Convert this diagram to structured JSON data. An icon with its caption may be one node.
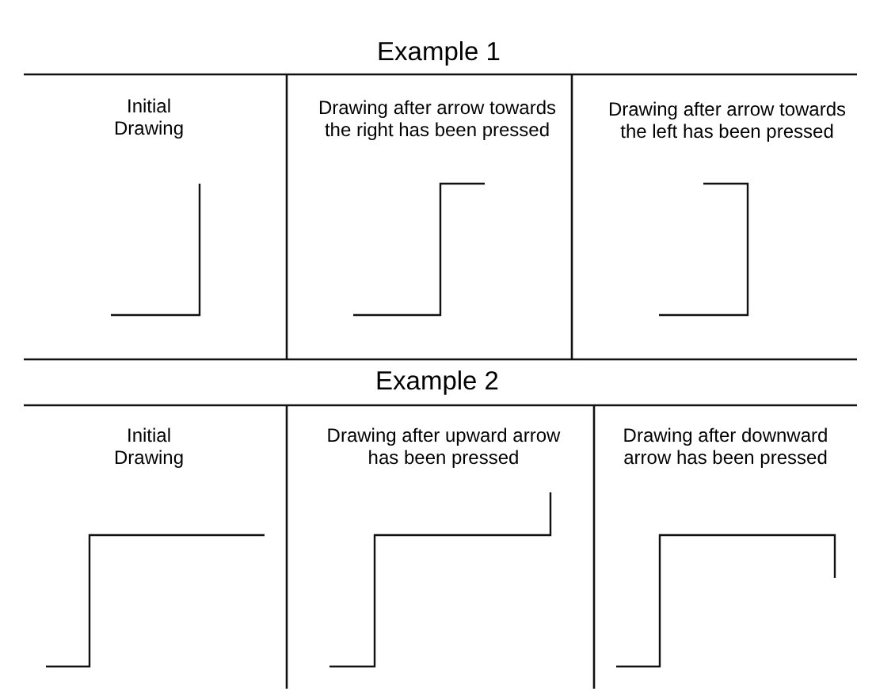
{
  "diagram": {
    "labels": [
      "Example 1",
      "Initial Drawing",
      "Drawing after arrow towards the right has been pressed",
      "Drawing after arrow towards the left has been pressed",
      "Example 2",
      "Initial Drawing",
      "Drawing after upward arrow has been pressed",
      "Drawing after downward arrow has been pressed"
    ]
  }
}
